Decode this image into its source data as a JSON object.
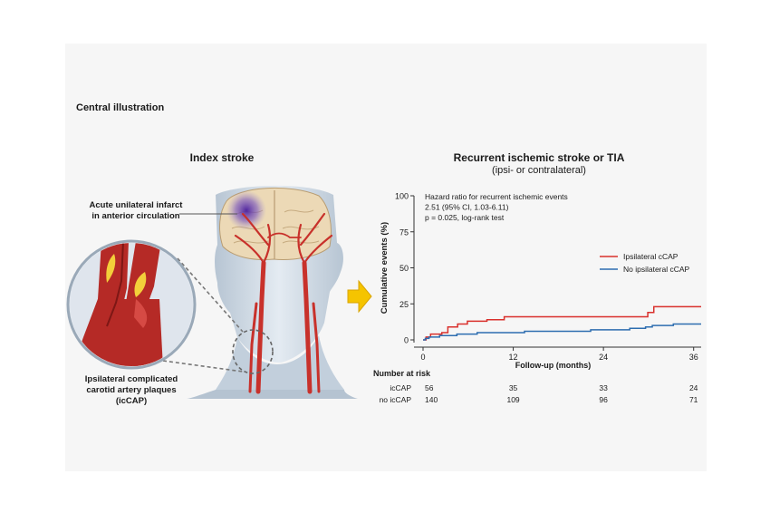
{
  "figure": {
    "heading": "Central illustration",
    "left_title": "Index stroke",
    "right_title": "Recurrent ischemic stroke or TIA",
    "right_subtitle": "(ipsi- or contralateral)",
    "infarct_label_line1": "Acute unilateral infarct",
    "infarct_label_line2": "in anterior circulation",
    "plaque_label_line1": "Ipsilateral complicated",
    "plaque_label_line2": "carotid artery plaques",
    "plaque_label_line3": "(icCAP)"
  },
  "colors": {
    "icCAP": "#d9302c",
    "no_icCAP": "#2d6db0",
    "arrow": "#f5c400",
    "artery": "#c8312b",
    "skin": "#d3dde7"
  },
  "chart_data": {
    "type": "line",
    "step": true,
    "xlabel": "Follow-up (months)",
    "ylabel": "Cumulative events (%)",
    "xlim": [
      0,
      37
    ],
    "ylim": [
      0,
      100
    ],
    "xticks": [
      0,
      12,
      24,
      36
    ],
    "yticks": [
      0,
      25,
      50,
      75,
      100
    ],
    "annotation": [
      "Hazard ratio for recurrent ischemic events",
      "2.51 (95% CI, 1.03-6.11)",
      "p = 0.025, log-rank test"
    ],
    "legend_position": "right",
    "series": [
      {
        "name": "Ipsilateral cCAP",
        "color_key": "icCAP",
        "x": [
          0,
          0.4,
          1.0,
          2.5,
          3.3,
          4.6,
          5.9,
          8.5,
          10.8,
          12.2,
          20.3,
          29.3,
          29.9,
          30.7,
          37
        ],
        "y": [
          0,
          2,
          4,
          5,
          9,
          11,
          13,
          14,
          16,
          16,
          16,
          16,
          19,
          23,
          23
        ]
      },
      {
        "name": "No ipsilateral cCAP",
        "color_key": "no_icCAP",
        "x": [
          0,
          0.3,
          0.8,
          2.2,
          3.2,
          4.5,
          7.2,
          10.5,
          13.5,
          17.5,
          22.3,
          25.5,
          27.5,
          29.6,
          30.5,
          33.3,
          37
        ],
        "y": [
          0,
          1,
          2,
          3,
          3,
          4,
          5,
          5,
          6,
          6,
          7,
          7,
          8,
          9,
          10,
          11,
          11
        ]
      }
    ],
    "risk_table": {
      "title": "Number at risk",
      "rows": [
        {
          "label": "icCAP",
          "values": [
            56,
            35,
            33,
            24
          ]
        },
        {
          "label": "no icCAP",
          "values": [
            140,
            109,
            96,
            71
          ]
        }
      ]
    }
  }
}
